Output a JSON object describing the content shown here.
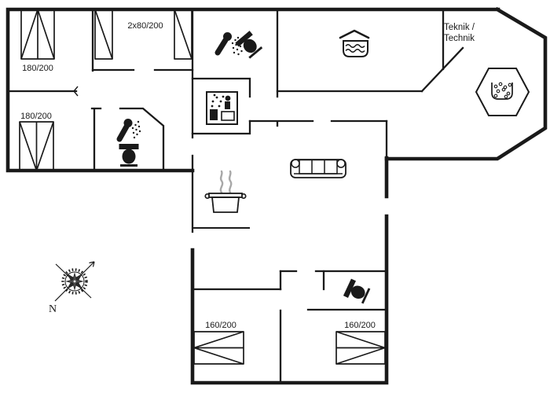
{
  "labels": {
    "bed_top_left": "180/200",
    "bed_mid_left": "180/200",
    "bed_singles": "2x80/200",
    "bed_bottom_left": "160/200",
    "bed_bottom_right": "160/200",
    "technik_line1": "Teknik /",
    "technik_line2": "Technik",
    "compass_north": "N"
  },
  "icons": [
    "shower-icon",
    "toilet-icon",
    "sauna-icon",
    "hot-tub-icon",
    "utility-tub-icon",
    "stove-pot-icon",
    "sofa-icon",
    "compass-rose-icon",
    "door-swing-icon"
  ],
  "colors": {
    "wall": "#1a1a1a",
    "background": "#ffffff",
    "steam": "#a8a8a8"
  }
}
